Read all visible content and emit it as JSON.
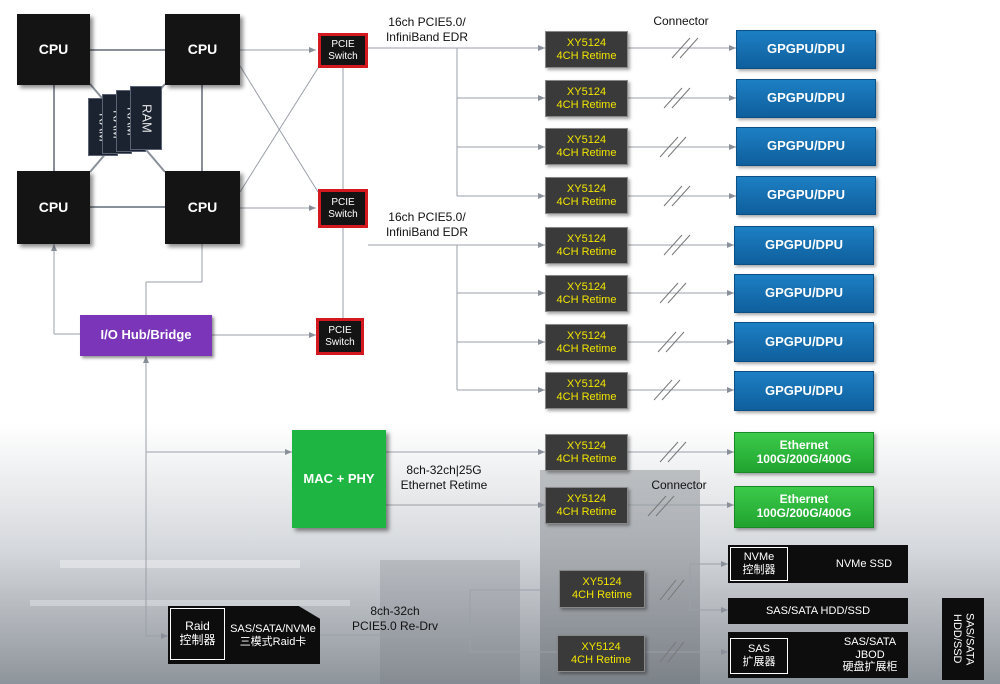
{
  "cpus": [
    "CPU",
    "CPU",
    "CPU",
    "CPU"
  ],
  "ram": [
    "RAM",
    "RAM",
    "RAM",
    "RAM"
  ],
  "pcie_switches": [
    {
      "line1": "PCIE",
      "line2": "Switch"
    },
    {
      "line1": "PCIE",
      "line2": "Switch"
    },
    {
      "line1": "PCIE",
      "line2": "Switch"
    }
  ],
  "io_hub": "I/O Hub/Bridge",
  "mac_phy": "MAC + PHY",
  "bus_label_top": {
    "line1": "16ch PCIE5.0/",
    "line2": "InfiniBand EDR"
  },
  "bus_label_mid": {
    "line1": "16ch PCIE5.0/",
    "line2": "InfiniBand EDR"
  },
  "ethernet_label": {
    "line1": "8ch-32ch|25G",
    "line2": "Ethernet Retime"
  },
  "redrv_label": {
    "line1": "8ch-32ch",
    "line2": "PCIE5.0 Re-Drv"
  },
  "connector_labels": [
    "Connector",
    "Connector"
  ],
  "retimers": [
    {
      "line1": "XY5124",
      "line2": "4CH Retime"
    },
    {
      "line1": "XY5124",
      "line2": "4CH Retime"
    },
    {
      "line1": "XY5124",
      "line2": "4CH Retime"
    },
    {
      "line1": "XY5124",
      "line2": "4CH Retime"
    },
    {
      "line1": "XY5124",
      "line2": "4CH Retime"
    },
    {
      "line1": "XY5124",
      "line2": "4CH Retime"
    },
    {
      "line1": "XY5124",
      "line2": "4CH Retime"
    },
    {
      "line1": "XY5124",
      "line2": "4CH Retime"
    },
    {
      "line1": "XY5124",
      "line2": "4CH Retime"
    },
    {
      "line1": "XY5124",
      "line2": "4CH Retime"
    },
    {
      "line1": "XY5124",
      "line2": "4CH Retime"
    },
    {
      "line1": "XY5124",
      "line2": "4CH Retime"
    }
  ],
  "gpus": [
    "GPGPU/DPU",
    "GPGPU/DPU",
    "GPGPU/DPU",
    "GPGPU/DPU",
    "GPGPU/DPU",
    "GPGPU/DPU",
    "GPGPU/DPU",
    "GPGPU/DPU"
  ],
  "ethernet_ports": [
    {
      "line1": "Ethernet",
      "line2": "100G/200G/400G"
    },
    {
      "line1": "Ethernet",
      "line2": "100G/200G/400G"
    }
  ],
  "raid": {
    "controller_line1": "Raid",
    "controller_line2": "控制器",
    "card_line1": "SAS/SATA/NVMe",
    "card_line2": "三模式Raid卡"
  },
  "storage": {
    "nvme_controller_line1": "NVMe",
    "nvme_controller_line2": "控制器",
    "nvme_ssd": "NVMe SSD",
    "hdd_ssd": "SAS/SATA HDD/SSD",
    "sas_expander_line1": "SAS",
    "sas_expander_line2": "扩展器",
    "jbod_line1": "SAS/SATA",
    "jbod_line2": "JBOD",
    "jbod_line3": "硬盘扩展柜",
    "side_label_line1": "SAS/SATA",
    "side_label_line2": "HDD/SSD"
  },
  "colors": {
    "cpu": "#141414",
    "pcie_border": "#d4181f",
    "retimer_text": "#f2e500",
    "gpu": "#1570b5",
    "ethernet": "#2bb83a",
    "hub": "#7a35b8",
    "mac": "#1fb542"
  }
}
